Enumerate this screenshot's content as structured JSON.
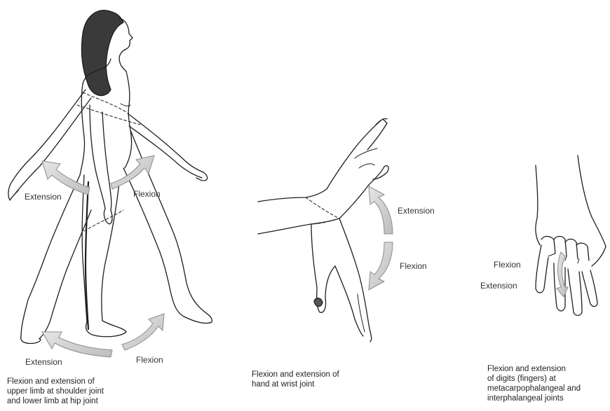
{
  "panels": {
    "body": {
      "labels": {
        "upper_extension": "Extension",
        "upper_flexion": "Flexion",
        "lower_extension": "Extension",
        "lower_flexion": "Flexion"
      },
      "caption": [
        "Flexion and extension of",
        "upper limb at shoulder joint",
        "and lower limb at hip joint"
      ]
    },
    "wrist": {
      "labels": {
        "extension": "Extension",
        "flexion": "Flexion"
      },
      "caption": [
        "Flexion and extension of",
        "hand at wrist joint"
      ]
    },
    "fingers": {
      "labels": {
        "flexion": "Flexion",
        "extension": "Extension"
      },
      "caption": [
        "Flexion and extension",
        "of digits (fingers) at",
        "metacarpophalangeal and",
        "interphalangeal joints"
      ]
    }
  },
  "colors": {
    "line": "#1e1e1e",
    "arrow_fill": "#d2d2d2",
    "arrow_stroke": "#8c8c8c",
    "hair": "#3a3a3a"
  }
}
